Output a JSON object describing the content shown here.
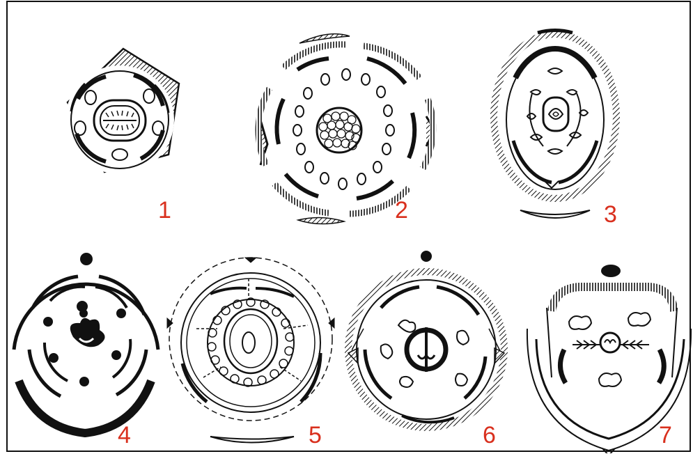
{
  "diagrams": [
    {
      "label": "1"
    },
    {
      "label": "2"
    },
    {
      "label": "3"
    },
    {
      "label": "4"
    },
    {
      "label": "5"
    },
    {
      "label": "6"
    },
    {
      "label": "7"
    }
  ],
  "colors": {
    "ink": "#111111",
    "label": "#d9301e",
    "background": "#ffffff"
  }
}
